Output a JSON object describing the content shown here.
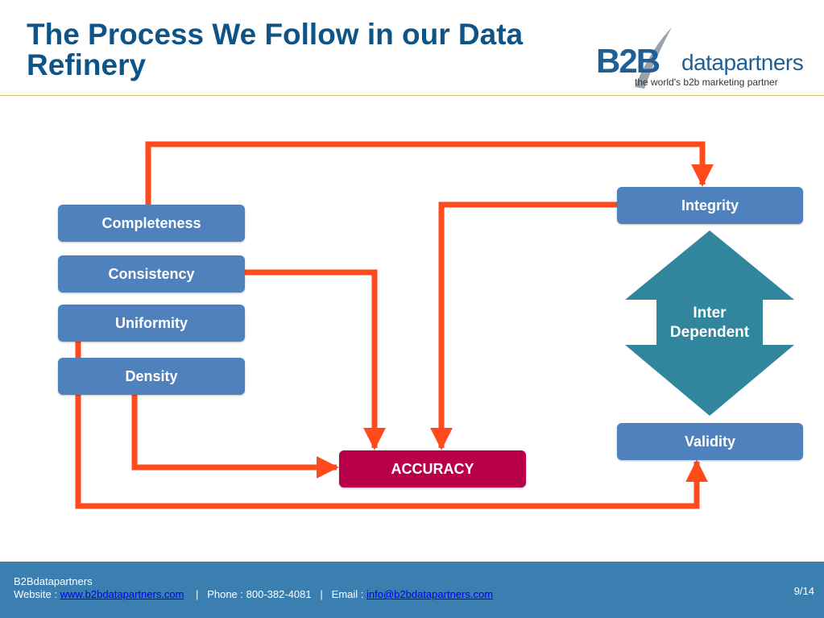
{
  "slide": {
    "title": "The Process We Follow in our Data Refinery",
    "logo": {
      "mark": "B2B",
      "name": "datapartners",
      "tagline": "the world's b2b marketing partner"
    }
  },
  "diagram": {
    "left_boxes": [
      "Completeness",
      "Consistency",
      "Uniformity",
      "Density"
    ],
    "center_box": "ACCURACY",
    "right_top": "Integrity",
    "right_bottom": "Validity",
    "diamond_line1": "Inter",
    "diamond_line2": "Dependent",
    "colors": {
      "box": "#4f81bd",
      "accuracy": "#b8004a",
      "arrow": "#ff4a1c",
      "diamond": "#31859c"
    }
  },
  "footer": {
    "company": "B2Bdatapartners",
    "website_label": "Website :",
    "website": "www.b2bdatapartners.com",
    "sep1": "|",
    "phone": "Phone : 800-382-4081",
    "sep2": "|",
    "email_label": "Email :",
    "email": "info@b2bdatapartners.com",
    "page": "9/14",
    "bg": "#3a7fb0"
  }
}
